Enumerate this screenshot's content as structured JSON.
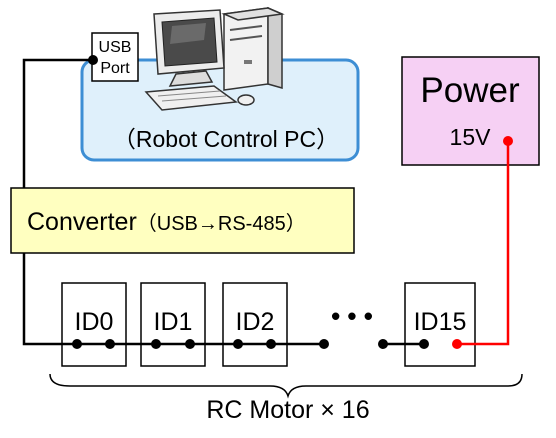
{
  "usb_port": {
    "line1": "USB",
    "line2": "Port"
  },
  "pc": {
    "label": "（Robot Control PC）"
  },
  "power": {
    "title": "Power",
    "voltage": "15V"
  },
  "converter": {
    "label_main": "Converter",
    "label_detail": "（USB→RS-485）"
  },
  "motors": [
    "ID0",
    "ID1",
    "ID2",
    "ID15"
  ],
  "ellipsis": "• • •",
  "caption": "RC Motor × 16",
  "colors": {
    "pc_box_fill": "#dff0fb",
    "pc_box_border": "#3d8ed4",
    "power_fill": "#f6d0f4",
    "converter_fill": "#ffffc0",
    "wire": "#000000",
    "power_wire": "#ff0000"
  },
  "icons": {
    "computer": "desktop-computer-icon"
  }
}
